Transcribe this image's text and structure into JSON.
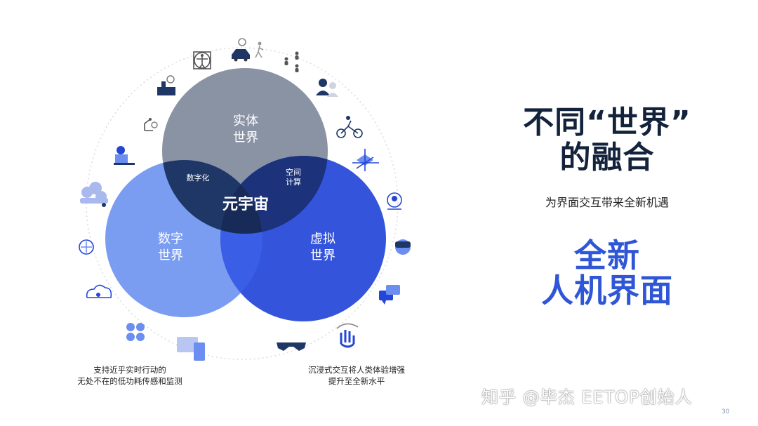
{
  "diagram": {
    "circles": {
      "physical": {
        "line1": "实体",
        "line2": "世界",
        "color": "#8a93a4"
      },
      "digital": {
        "line1": "数字",
        "line2": "世界",
        "color": "#6b8ef0"
      },
      "virtual": {
        "line1": "虚拟",
        "line2": "世界",
        "color": "#2346d8"
      }
    },
    "overlaps": {
      "digitization": "数字化",
      "spatial_line1": "空间",
      "spatial_line2": "计算",
      "center": "元宇宙"
    },
    "captions": {
      "left_line1": "支持近乎实时行动的",
      "left_line2": "无处不在的低功耗传感和监测",
      "right_line1": "沉浸式交互将人类体验增强",
      "right_line2": "提升至全新水平"
    },
    "icons": [
      "vitruvian-icon",
      "car-icon",
      "pedestrian-icon",
      "people-icon",
      "couple-icon",
      "cyclist-icon",
      "factory-icon",
      "robot-arm-icon",
      "cube-axis-icon",
      "laptop-user-icon",
      "face-scan-icon",
      "vr-headset-icon",
      "cloud-network-icon",
      "smart-home-icon",
      "chat-bubbles-icon",
      "brain-icon",
      "cloud-icon",
      "smart-glasses-icon",
      "hand-gesture-icon",
      "iot-grid-icon",
      "devices-icon"
    ]
  },
  "right": {
    "headline_line1": "不同“世界”",
    "headline_line2": "的融合",
    "subline": "为界面交互带来全新机遇",
    "accent_line1": "全新",
    "accent_line2": "人机界面"
  },
  "watermark": "知乎 @毕杰 EETOP创始人",
  "page_number": "30"
}
